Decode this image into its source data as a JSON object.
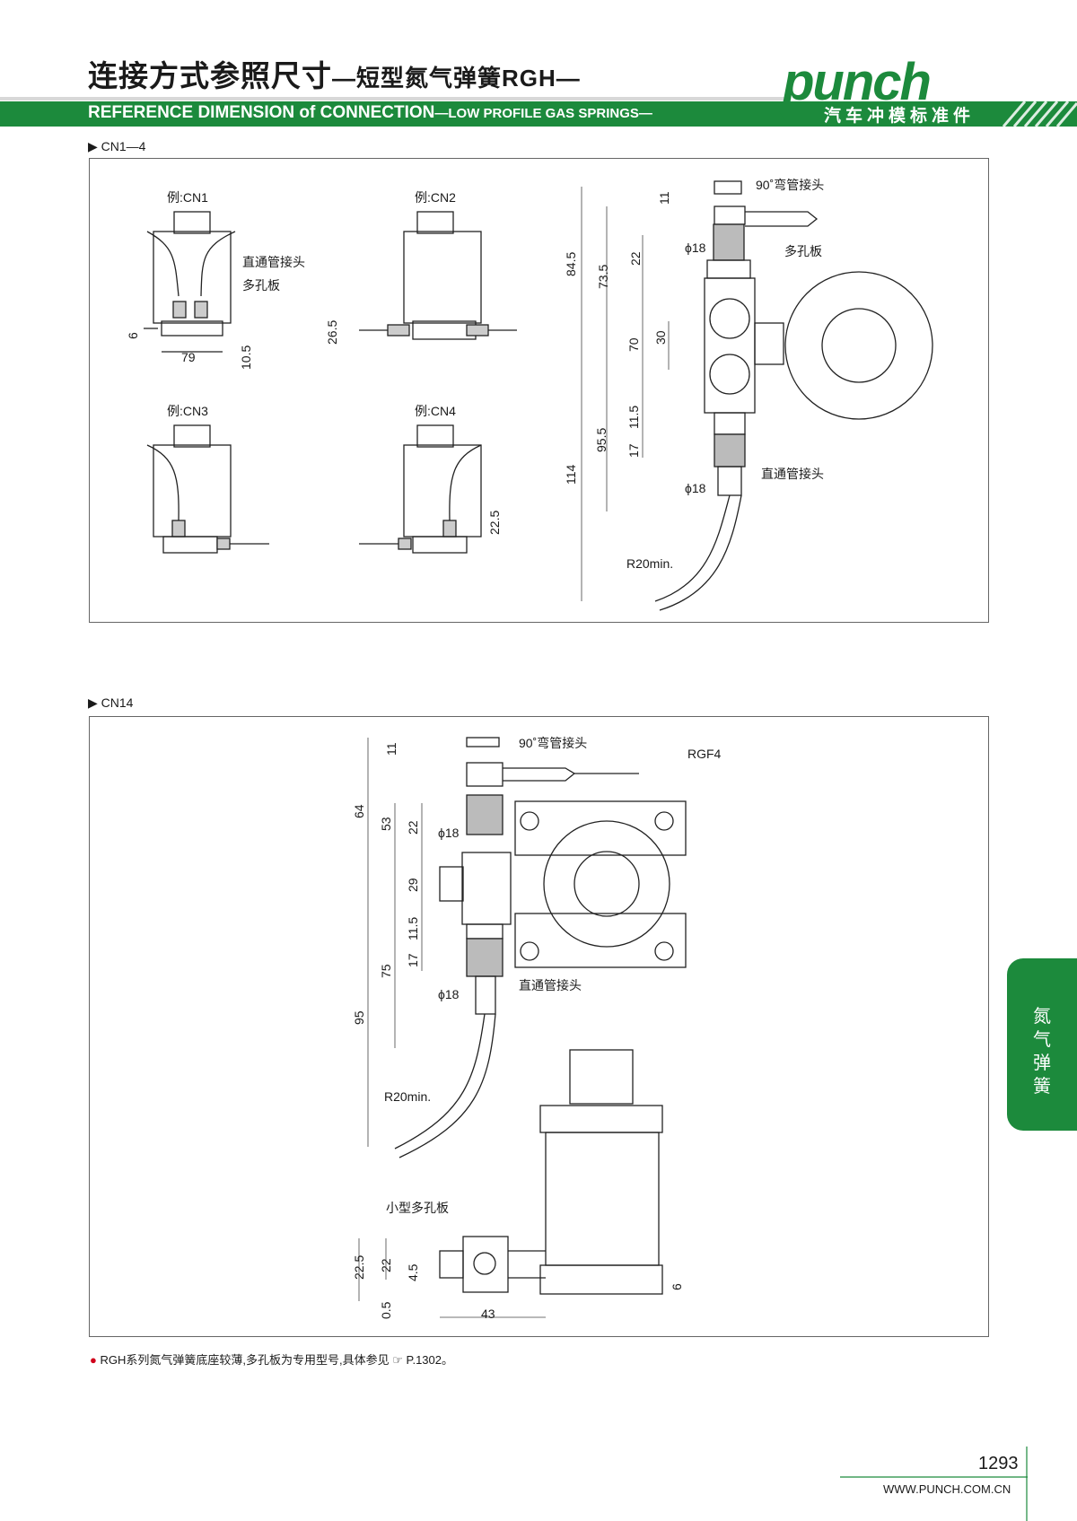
{
  "header": {
    "title_cn": "连接方式参照尺寸",
    "title_cn_sub": "—短型氮气弹簧RGH—",
    "title_en": "REFERENCE DIMENSION of CONNECTION",
    "title_en_sub": "—LOW PROFILE GAS SPRINGS—",
    "logo": "punch",
    "logo_sub": "汽车冲模标准件",
    "brand_color": "#1c8a3c"
  },
  "section1": {
    "label": "CN1—4",
    "ex_cn1": "例:CN1",
    "ex_cn2": "例:CN2",
    "ex_cn3": "例:CN3",
    "ex_cn4": "例:CN4",
    "straight_fitting": "直通管接头",
    "manifold": "多孔板",
    "dim_6": "6",
    "dim_79": "79",
    "dim_10_5": "10.5",
    "dim_26_5": "26.5",
    "dim_22_5": "22.5",
    "elbow_fitting": "90˚弯管接头",
    "manifold2": "多孔板",
    "straight_fitting2": "直通管接头",
    "dim_11": "11",
    "dim_84_5": "84.5",
    "dim_73_5": "73.5",
    "dim_22": "22",
    "dim_phi18a": "ϕ18",
    "dim_70": "70",
    "dim_30": "30",
    "dim_11_5": "11.5",
    "dim_95_5": "95.5",
    "dim_17": "17",
    "dim_114": "114",
    "dim_phi18b": "ϕ18",
    "radius": "R20min."
  },
  "section2": {
    "label": "CN14",
    "elbow_fitting": "90˚弯管接头",
    "rgf4": "RGF4",
    "straight_fitting": "直通管接头",
    "small_manifold": "小型多孔板",
    "dim_11": "11",
    "dim_64": "64",
    "dim_53": "53",
    "dim_22": "22",
    "dim_phi18a": "ϕ18",
    "dim_29": "29",
    "dim_11_5": "11.5",
    "dim_17": "17",
    "dim_75": "75",
    "dim_95": "95",
    "dim_phi18b": "ϕ18",
    "radius": "R20min.",
    "dim_22_5": "22.5",
    "dim_22b": "22",
    "dim_4_5": "4.5",
    "dim_0_5": "0.5",
    "dim_43": "43",
    "dim_6": "6"
  },
  "note": "RGH系列氮气弹簧底座较薄,多孔板为专用型号,具体参见 ☞ P.1302。",
  "side_tab": "氮气弹簧",
  "page_number": "1293",
  "url": "WWW.PUNCH.COM.CN"
}
